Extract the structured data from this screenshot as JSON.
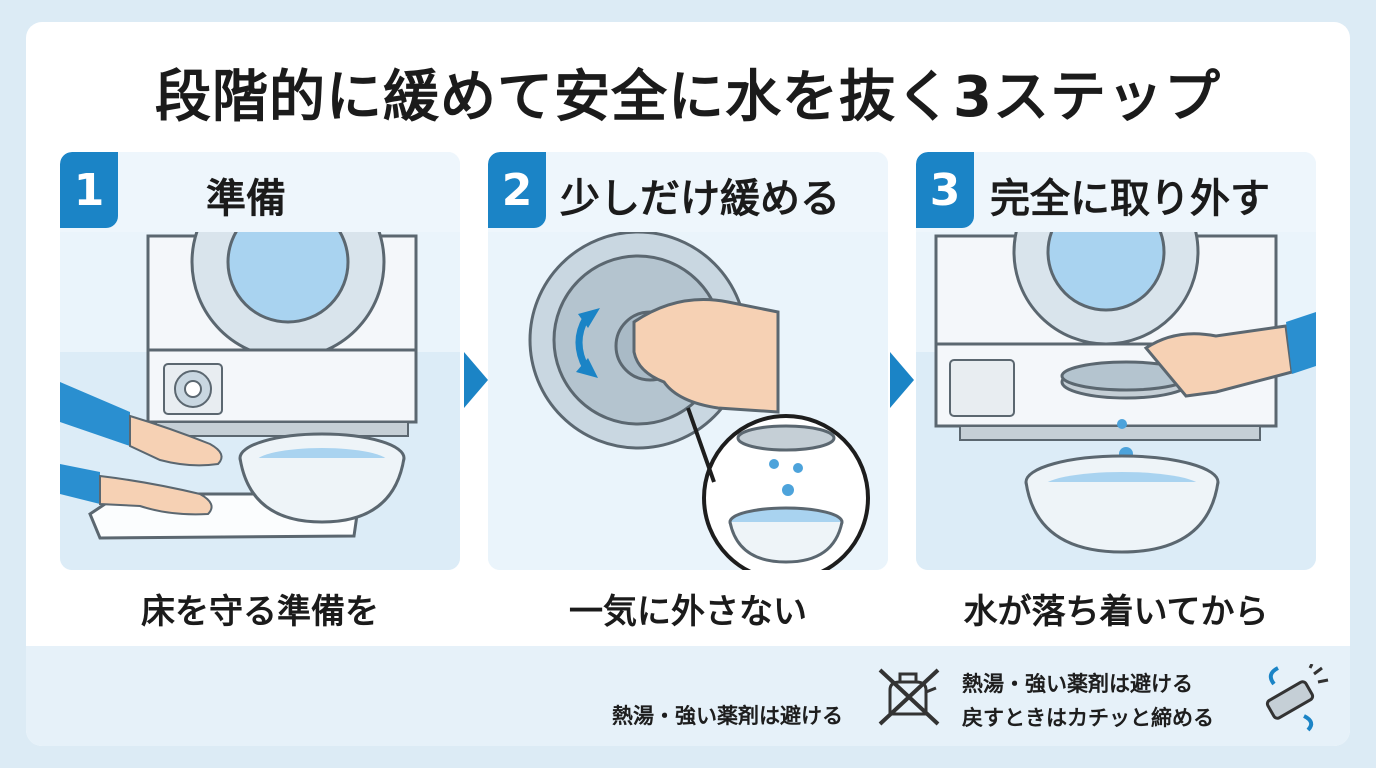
{
  "title": "段階的に緩めて安全に水を抜く3ステップ",
  "steps": [
    {
      "number": "1",
      "title": "準備",
      "caption": "床を守る準備を"
    },
    {
      "number": "2",
      "title": "少しだけ緩める",
      "caption": "一気に外さない"
    },
    {
      "number": "3",
      "title": "完全に取り外す",
      "caption": "水が落ち着いてから"
    }
  ],
  "footer": {
    "note_left": "熱湯・強い薬剤は避ける",
    "note_right_1": "熱湯・強い薬剤は避ける",
    "note_right_2": "戻すときはカチッと締める",
    "icons": [
      "no-hot-water-icon",
      "tighten-icon"
    ]
  },
  "colors": {
    "accent": "#1b84c6",
    "panel": "#eaf4fb",
    "water": "#8cc3ea",
    "background": "#dcebf5"
  }
}
